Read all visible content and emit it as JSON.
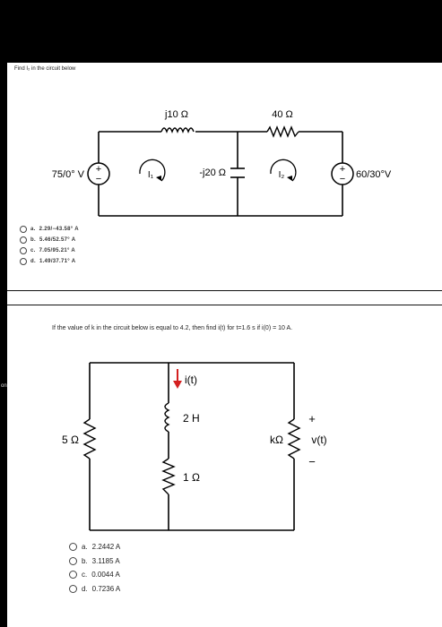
{
  "question1": {
    "prompt": "Find I₂ in the circuit below",
    "circuit": {
      "inductor_label": "j10 Ω",
      "resistor_label": "40 Ω",
      "capacitor_label": "-j20 Ω",
      "source_left": "75/0° V",
      "source_right": "60/30°V",
      "mesh1": "I₁",
      "mesh2": "I₂"
    },
    "options": [
      {
        "letter": "a.",
        "text": "2.29/−43.58° A"
      },
      {
        "letter": "b.",
        "text": "5.46/52.57° A"
      },
      {
        "letter": "c.",
        "text": "7.05/95.21° A"
      },
      {
        "letter": "d.",
        "text": "1.49/37.71° A"
      }
    ]
  },
  "question2": {
    "prompt": "If the value of k in the circuit below is equal to 4.2, then find i(t) for t=1.6 s if i(0) = 10 A.",
    "circuit": {
      "left_resistor": "5 Ω",
      "inductor": "2 H",
      "mid_resistor": "1 Ω",
      "dep_resistor": "kΩ",
      "current": "i(t)",
      "voltage": "v(t)",
      "plus": "+",
      "minus": "−"
    },
    "options": [
      {
        "letter": "a.",
        "text": "2.2442 A"
      },
      {
        "letter": "b.",
        "text": "3.1185 A"
      },
      {
        "letter": "c.",
        "text": "0.0044 A"
      },
      {
        "letter": "d.",
        "text": "0.7236 A"
      }
    ]
  },
  "side_label": "on"
}
